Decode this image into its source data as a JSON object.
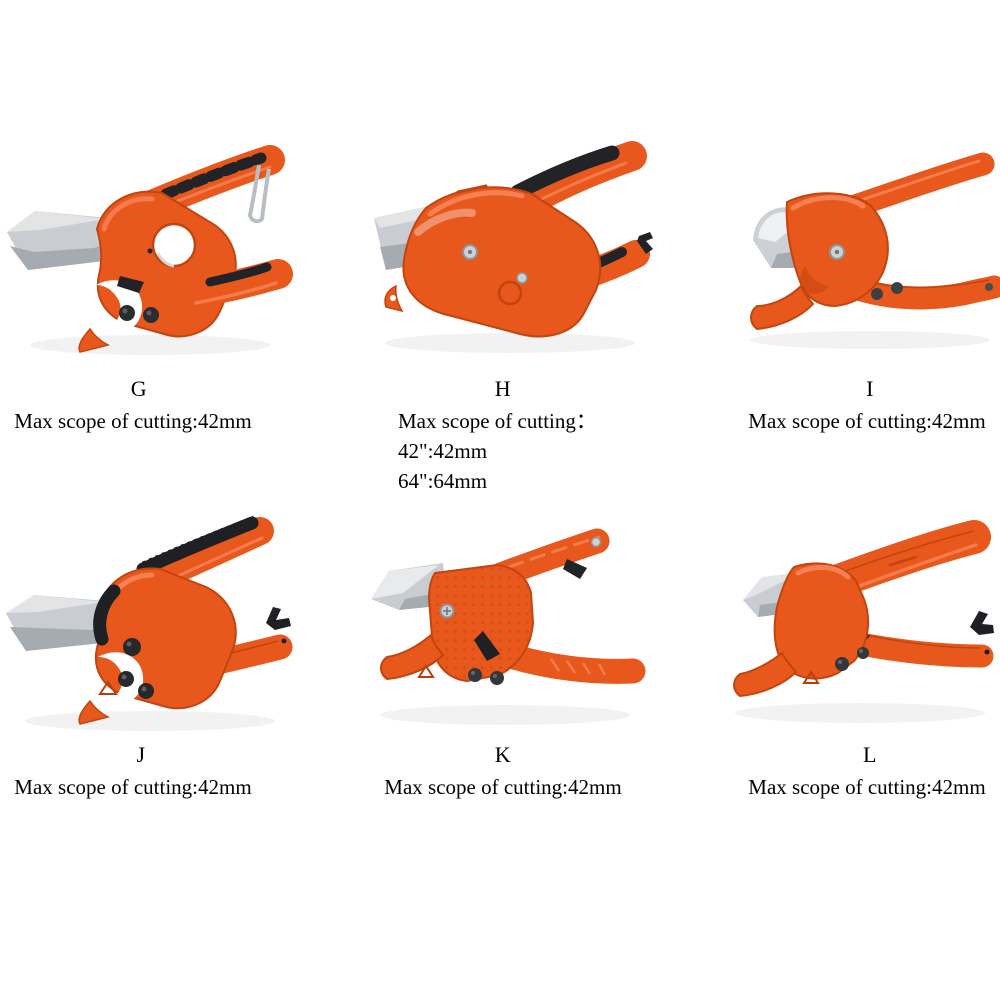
{
  "page": {
    "background": "#ffffff",
    "description_visible_text_only": true
  },
  "colors": {
    "tool_orange": "#e8571c",
    "tool_orange_dark": "#c2450f",
    "tool_orange_light": "#f47c4c",
    "blade_gray": "#c9cdd1",
    "blade_gray_light": "#e2e4e6",
    "blade_gray_dark": "#a6abb1",
    "grip_black": "#212326",
    "metal_silver": "#c3c8cc",
    "text_color": "#000000"
  },
  "products": [
    {
      "id": "G",
      "label": "G",
      "image": "pvc-pipe-cutter-variant-g",
      "spec_lines": [
        "Max scope of cutting:42mm"
      ]
    },
    {
      "id": "H",
      "label": "H",
      "image": "pvc-pipe-cutter-variant-h",
      "spec_lines": [
        "Max scope of cutting：",
        "42\":42mm",
        "64\":64mm"
      ]
    },
    {
      "id": "I",
      "label": "I",
      "image": "pvc-pipe-cutter-variant-i",
      "spec_lines": [
        "Max scope of cutting:42mm"
      ]
    },
    {
      "id": "J",
      "label": "J",
      "image": "pvc-pipe-cutter-variant-j",
      "spec_lines": [
        "Max scope of cutting:42mm"
      ]
    },
    {
      "id": "K",
      "label": "K",
      "image": "pvc-pipe-cutter-variant-k",
      "spec_lines": [
        "Max scope of cutting:42mm"
      ]
    },
    {
      "id": "L",
      "label": "L",
      "image": "pvc-pipe-cutter-variant-l",
      "spec_lines": [
        "Max scope of cutting:42mm"
      ]
    }
  ]
}
